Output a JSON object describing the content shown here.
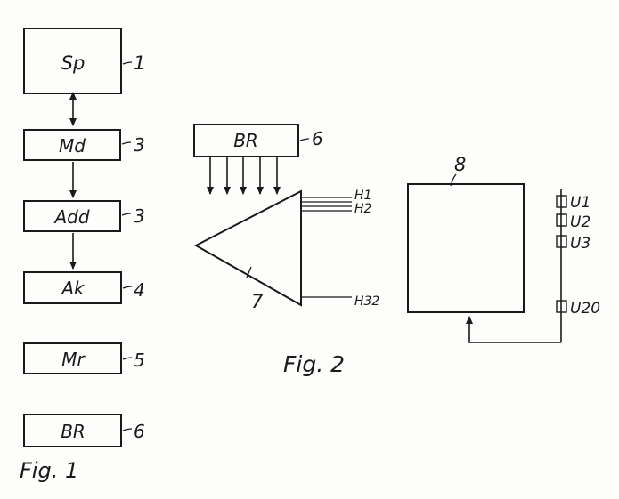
{
  "figure_1": {
    "caption": "Fig. 1",
    "blocks": [
      {
        "label": "Sp",
        "ref": "1"
      },
      {
        "label": "Md",
        "ref": "3"
      },
      {
        "label": "Add",
        "ref": "3"
      },
      {
        "label": "Ak",
        "ref": "4"
      },
      {
        "label": "Mr",
        "ref": "5"
      },
      {
        "label": "BR",
        "ref": "6"
      }
    ]
  },
  "figure_2": {
    "caption": "Fig. 2",
    "register": {
      "label": "BR",
      "ref": "6"
    },
    "network_ref": "7",
    "outputs": [
      "H1",
      "H2",
      "H32"
    ]
  },
  "figure_3": {
    "box_ref": "8",
    "units": [
      "U1",
      "U2",
      "U3",
      "U20"
    ]
  }
}
